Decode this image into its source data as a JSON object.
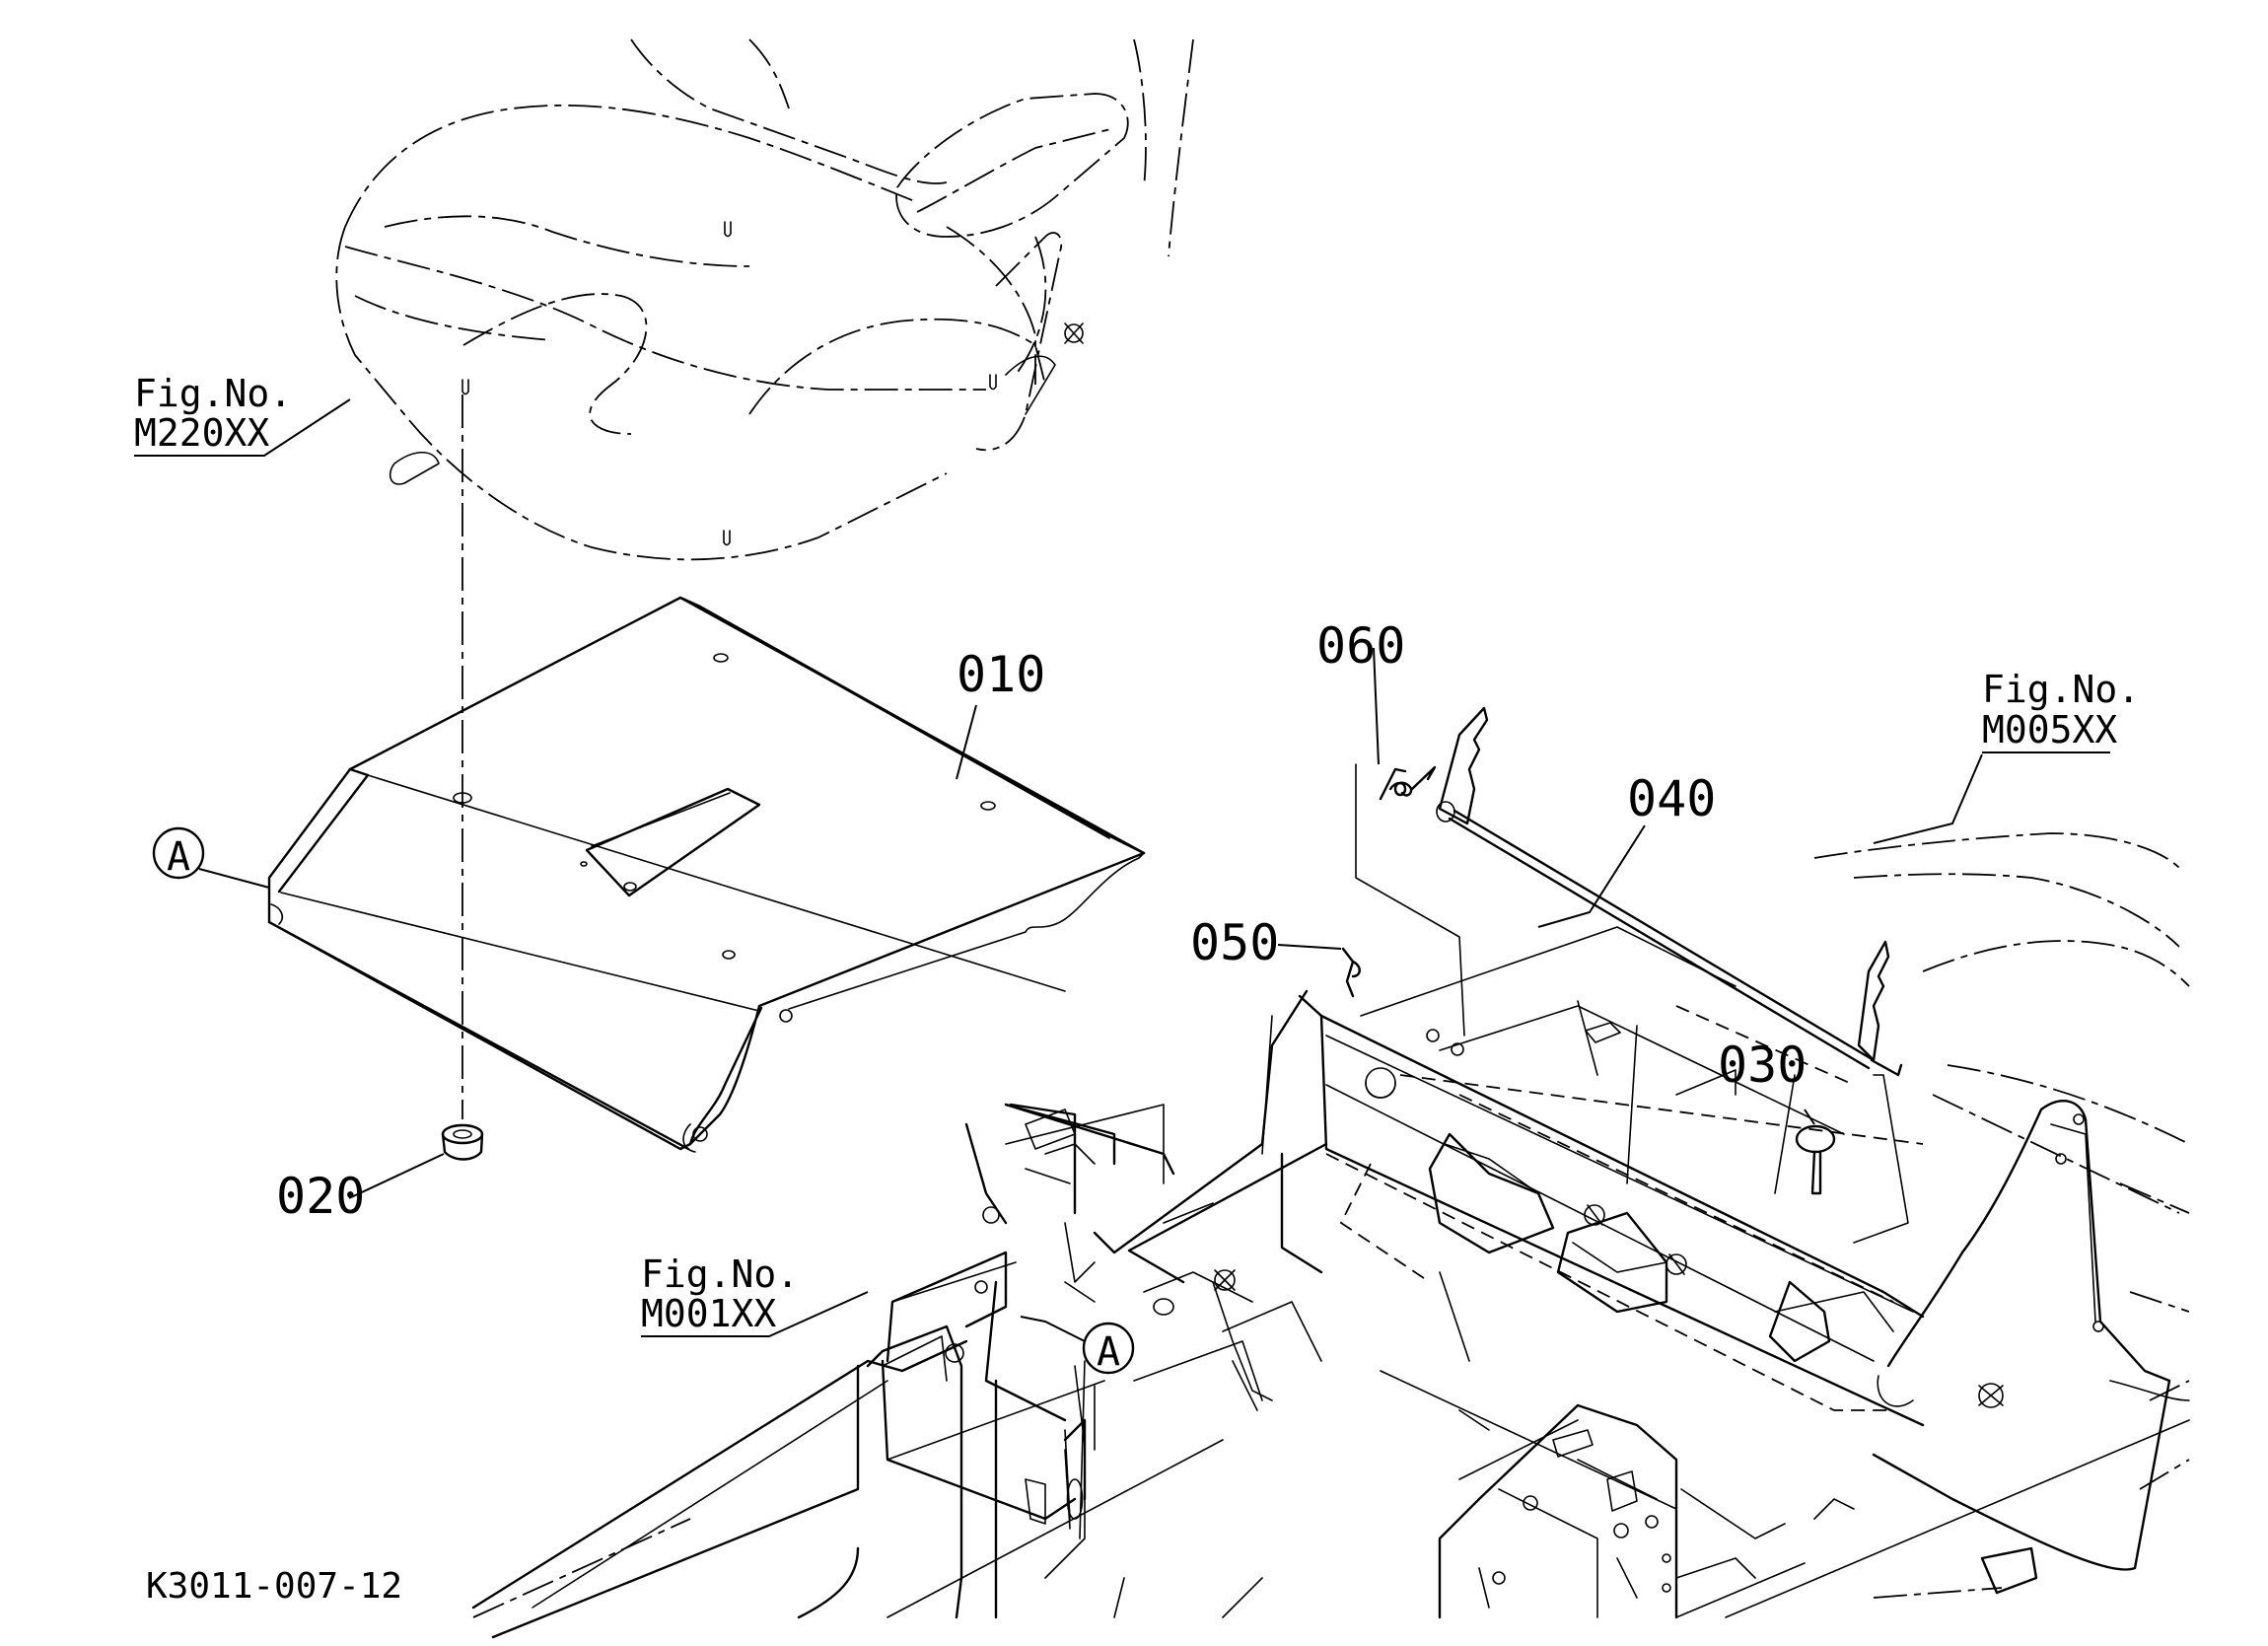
{
  "labels": {
    "p010": "010",
    "p020": "020",
    "p030": "030",
    "p040": "040",
    "p050": "050",
    "p060": "060",
    "ref_a_left": "A",
    "ref_a_center": "A"
  },
  "figure_refs": {
    "seat": {
      "line1": "Fig.No.",
      "line2": "M220XX"
    },
    "frame": {
      "line1": "Fig.No.",
      "line2": "M001XX"
    },
    "body": {
      "line1": "Fig.No.",
      "line2": "M005XX"
    }
  },
  "document_id": "K3011-007-12"
}
